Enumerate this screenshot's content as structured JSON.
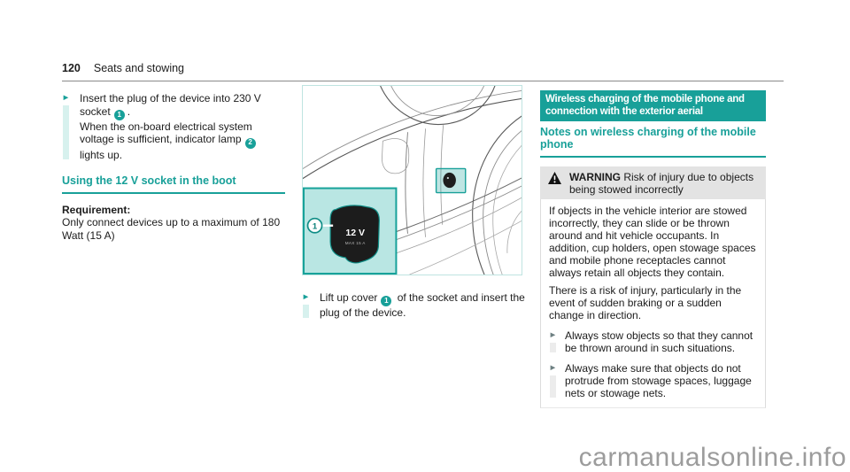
{
  "page": {
    "number": "120",
    "section": "Seats and stowing"
  },
  "left_column": {
    "instruction_1": {
      "text_before_callout_1": "Insert the plug of the device into 230 V socket",
      "callout_1": "1",
      "text_after_callout_1": ".",
      "text_before_callout_2": "When the on-board electrical system voltage is sufficient, indicator lamp",
      "callout_2": "2",
      "text_after_callout_2": "lights up.",
      "heading": "Using the 12 V socket in the boot",
      "requirement_label": "Requirement:",
      "requirement_text": "Only connect devices up to a maximum of 180 Watt (15 A)"
    }
  },
  "figure": {
    "description": "boot-12v-socket-illustration",
    "socket_label": "12 V",
    "socket_sublabel": "MAX 15 A",
    "callout": "1"
  },
  "middle_column": {
    "instruction": {
      "text_before_callout": "Lift up cover",
      "callout": "1",
      "text_after_callout": "of the socket and insert the plug of the device."
    }
  },
  "right_column": {
    "section_header": "Wireless charging of the mobile phone and connection with the exterior aerial",
    "subheading": "Notes on wireless charging of the mobile phone",
    "warning": {
      "label": "WARNING",
      "title": "Risk of injury due to objects being stowed incorrectly",
      "body_1": "If objects in the vehicle interior are stowed incorrectly, they can slide or be thrown around and hit vehicle occupants. In addition, cup holders, open stowage spaces and mobile phone receptacles cannot always retain all objects they contain.",
      "body_2": "There is a risk of injury, particularly in the event of sudden braking or a sudden change in direction.",
      "bullets": [
        "Always stow objects so that they cannot be thrown around in such situations.",
        "Always make sure that objects do not protrude from stowage spaces, luggage nets or stowage nets."
      ]
    }
  },
  "watermark": "carmanualsonline.info",
  "colors": {
    "teal": "#18a099",
    "teal_inset_fill": "#b9e6e3",
    "teal_bullet_bar": "#d7f1ee",
    "warning_header_bg": "#e3e3e3",
    "watermark_gray": "#9c9c9c"
  }
}
